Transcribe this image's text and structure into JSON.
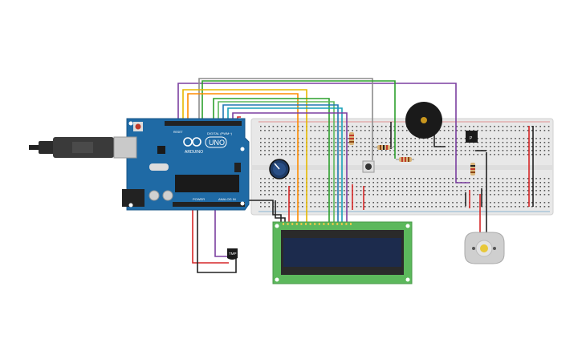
{
  "arduino": {
    "brand": "ARDUINO",
    "model": "UNO",
    "digital_label": "DIGITAL (PWM~)",
    "power_label": "POWER",
    "analog_label": "ANALOG IN",
    "reset_label": "RESET",
    "board_color": "#1f6aa5"
  },
  "temp_sensor": {
    "label": "TMP"
  },
  "pir": {
    "label": "P"
  },
  "lcd": {
    "screen_color": "#1c2b4d",
    "board_color": "#5cb85c"
  },
  "breadboard": {
    "color": "#e6e6e6"
  },
  "wire_colors": {
    "red": "#d62728",
    "black": "#222222",
    "purple": "#7b3fa0",
    "green": "#2ca02c",
    "yellow": "#e6b800",
    "orange": "#ff8c00",
    "gray": "#8c8c8c",
    "blue": "#1f77b4",
    "teal": "#17a2b8"
  }
}
